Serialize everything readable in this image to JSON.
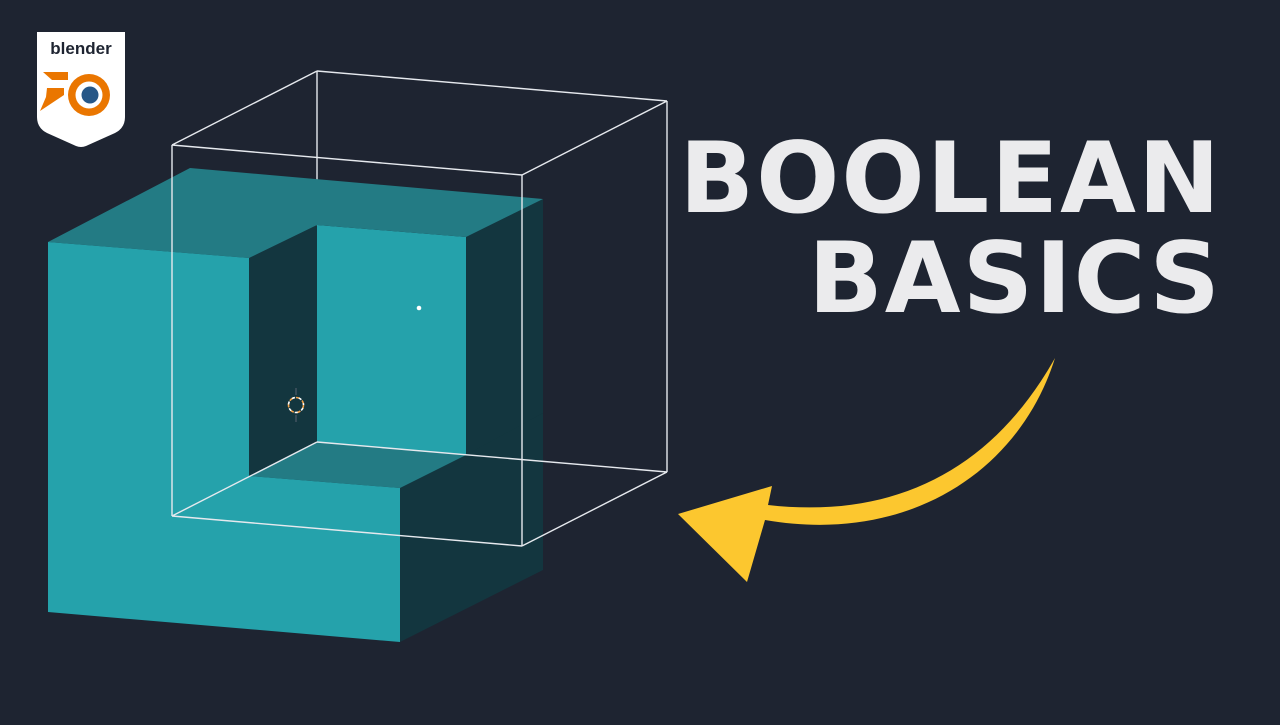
{
  "title": {
    "line1": "BOOLEAN",
    "line2": "BASICS"
  },
  "badge": {
    "label": "blender",
    "icon": "blender-logo-icon"
  },
  "colors": {
    "background": "#1e2431",
    "cube_light": "#25a2ab",
    "cube_top": "#237b84",
    "cube_dark": "#13363f",
    "wireframe": "#e6e9ee",
    "arrow": "#fcc72f",
    "text": "#ebebed",
    "logo_orange": "#ea7600",
    "logo_blue": "#265787"
  }
}
